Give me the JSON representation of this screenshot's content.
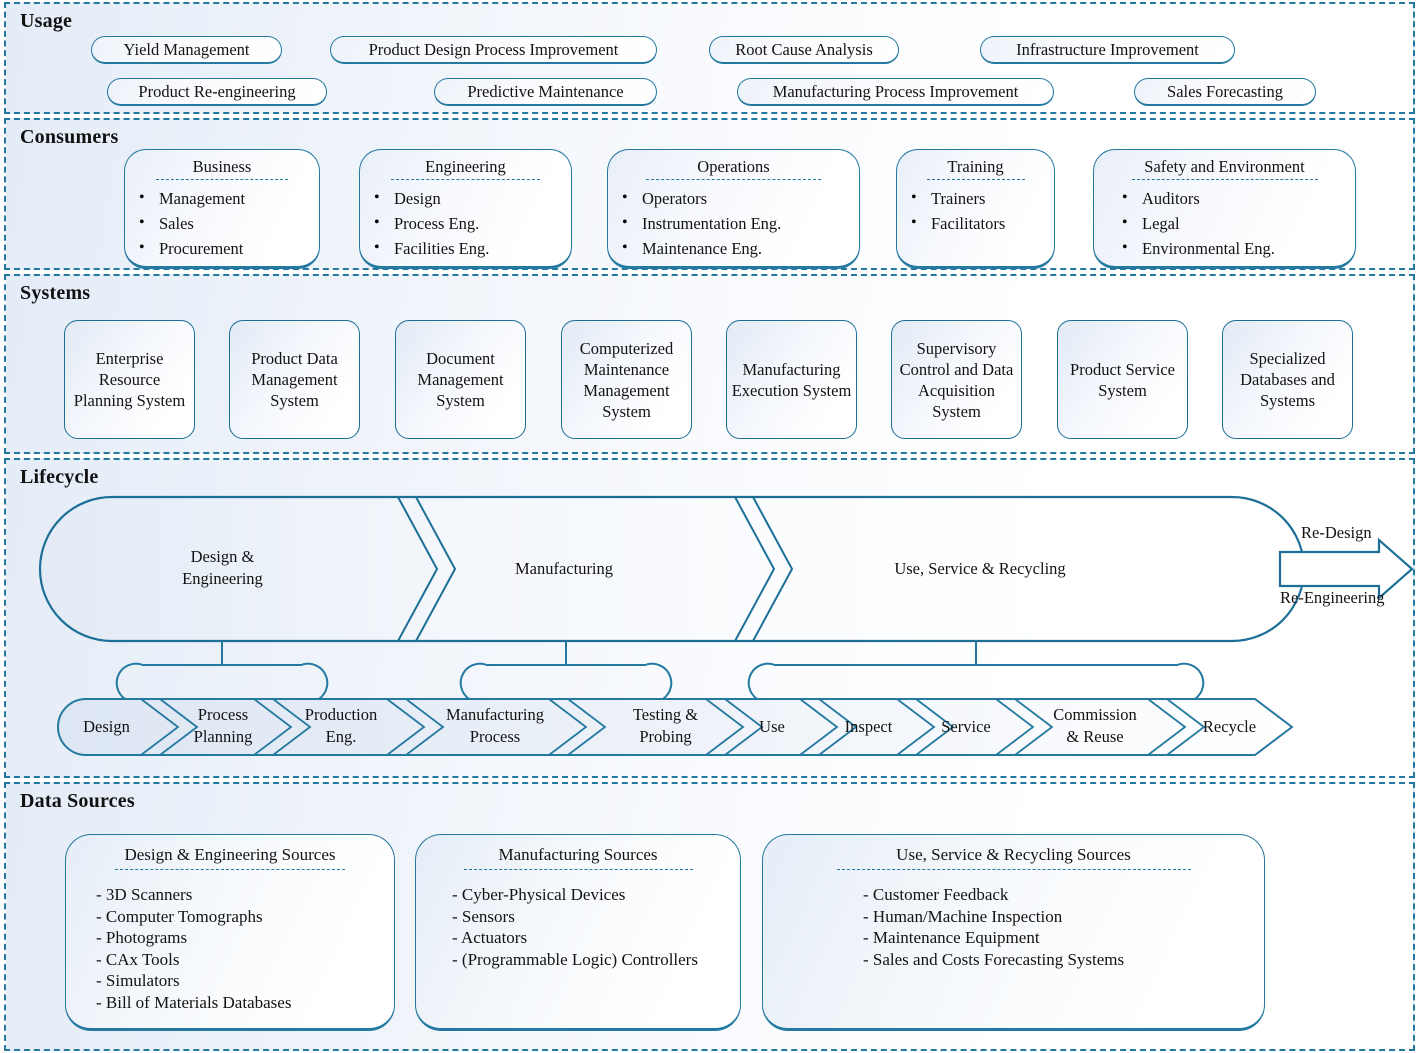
{
  "colors": {
    "accent": "#2479a0",
    "accent_dark": "#1d6f97",
    "text": "#131313",
    "band_tint": "#e4ecf7"
  },
  "sections": {
    "usage": {
      "title": "Usage"
    },
    "consumers": {
      "title": "Consumers"
    },
    "systems": {
      "title": "Systems"
    },
    "lifecycle": {
      "title": "Lifecycle"
    },
    "data_sources": {
      "title": "Data Sources"
    }
  },
  "usage": {
    "row1": [
      {
        "label": "Yield Management"
      },
      {
        "label": "Product Design Process Improvement"
      },
      {
        "label": "Root Cause Analysis"
      },
      {
        "label": "Infrastructure Improvement"
      }
    ],
    "row2": [
      {
        "label": "Product Re-engineering"
      },
      {
        "label": "Predictive Maintenance"
      },
      {
        "label": "Manufacturing Process Improvement"
      },
      {
        "label": "Sales Forecasting"
      }
    ]
  },
  "consumers": {
    "groups": [
      {
        "title": "Business",
        "items": [
          "Management",
          "Sales",
          "Procurement"
        ]
      },
      {
        "title": "Engineering",
        "items": [
          "Design",
          "Process Eng.",
          "Facilities Eng."
        ]
      },
      {
        "title": "Operations",
        "items": [
          "Operators",
          "Instrumentation Eng.",
          "Maintenance Eng."
        ]
      },
      {
        "title": "Training",
        "items": [
          "Trainers",
          "Facilitators"
        ]
      },
      {
        "title": "Safety and Environment",
        "items": [
          "Auditors",
          "Legal",
          "Environmental Eng."
        ]
      }
    ]
  },
  "systems": {
    "boxes": [
      {
        "label": "Enterprise Resource Planning System"
      },
      {
        "label": "Product Data Management System"
      },
      {
        "label": "Document Management System"
      },
      {
        "label": "Computerized Maintenance Management System"
      },
      {
        "label": "Manufacturing Execution System"
      },
      {
        "label": "Supervisory Control and Data Acquisition System"
      },
      {
        "label": "Product Service System"
      },
      {
        "label": "Specialized Databases and Systems"
      }
    ]
  },
  "lifecycle": {
    "phases": [
      {
        "label": "Design & Engineering"
      },
      {
        "label": "Manufacturing"
      },
      {
        "label": "Use, Service & Recycling"
      }
    ],
    "feedback": {
      "top": "Re-Design",
      "bottom": "Re-Engineering",
      "arrow": "right-arrow-icon"
    },
    "steps": [
      {
        "label": "Design"
      },
      {
        "label": "Process Planning"
      },
      {
        "label": "Production Eng."
      },
      {
        "label": "Manufacturing Process"
      },
      {
        "label": "Testing & Probing"
      },
      {
        "label": "Use"
      },
      {
        "label": "Inspect"
      },
      {
        "label": "Service"
      },
      {
        "label": "Commission & Reuse"
      },
      {
        "label": "Recycle"
      }
    ]
  },
  "data_sources": {
    "cards": [
      {
        "title": "Design & Engineering Sources",
        "items": [
          "- 3D Scanners",
          "- Computer Tomographs",
          "- Photograms",
          "- CAx Tools",
          "- Simulators",
          "- Bill of Materials Databases"
        ]
      },
      {
        "title": "Manufacturing Sources",
        "items": [
          "- Cyber-Physical Devices",
          "- Sensors",
          "- Actuators",
          "- (Programmable Logic) Controllers"
        ]
      },
      {
        "title": "Use, Service & Recycling Sources",
        "items": [
          "- Customer Feedback",
          "- Human/Machine Inspection",
          "- Maintenance Equipment",
          "- Sales and Costs Forecasting Systems"
        ]
      }
    ]
  }
}
